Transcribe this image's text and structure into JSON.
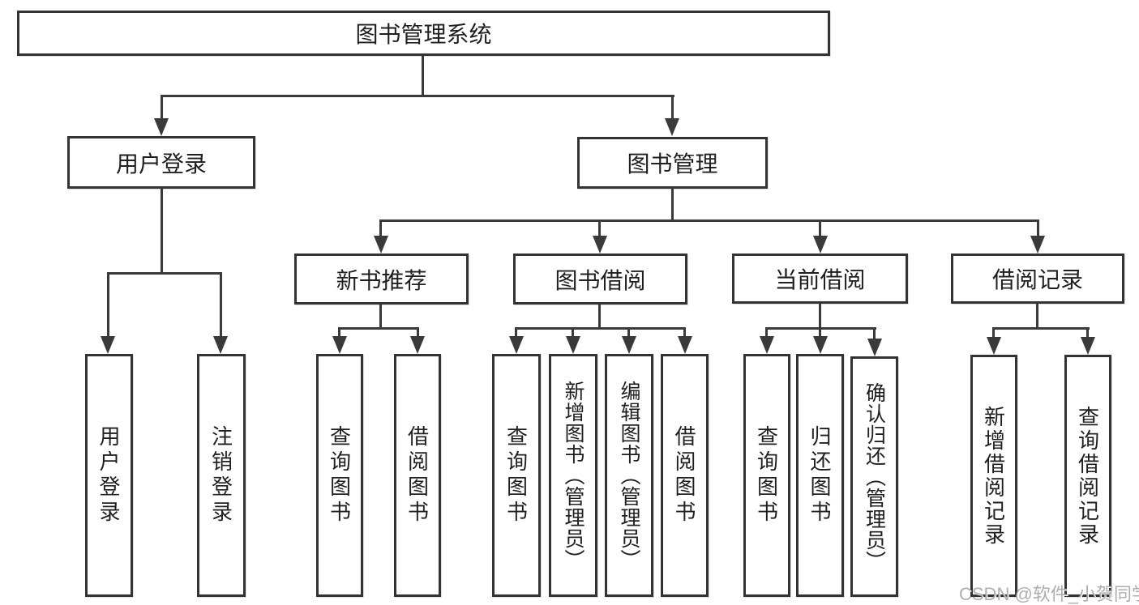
{
  "tree": {
    "root": "图书管理系统",
    "children": [
      {
        "label": "用户登录",
        "children": [
          "用户登录",
          "注销登录"
        ]
      },
      {
        "label": "图书管理",
        "children": [
          {
            "label": "新书推荐",
            "children": [
              "查询图书",
              "借阅图书"
            ]
          },
          {
            "label": "图书借阅",
            "children": [
              "查询图书",
              "新增图书（管理员）",
              "编辑图书（管理员）",
              "借阅图书"
            ]
          },
          {
            "label": "当前借阅",
            "children": [
              "查询图书",
              "归还图书",
              "确认归还（管理员）"
            ]
          },
          {
            "label": "借阅记录",
            "children": [
              "新增借阅记录",
              "查询借阅记录"
            ]
          }
        ]
      }
    ]
  },
  "watermark": "CSDN @软件_小贺同学",
  "colors": {
    "background": "#ffffff",
    "box_border": "#333333",
    "line": "#3a3a3a",
    "text": "#1f1f1f",
    "watermark": "#a5a5a5"
  }
}
